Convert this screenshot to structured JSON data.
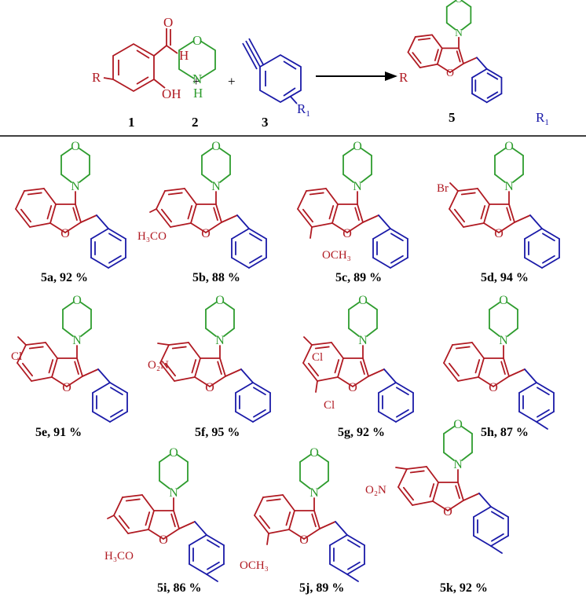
{
  "reaction": {
    "reactants": [
      {
        "number": "1",
        "substituent": "R",
        "aldehyde_H": "H",
        "aldehyde_O": "O",
        "hydroxyl": "OH"
      },
      {
        "number": "2",
        "ring_O": "O",
        "ring_N": "N",
        "ring_H": "H"
      },
      {
        "number": "3",
        "substituent": "R",
        "substituent_sub": "1"
      }
    ],
    "plus_sign": "+",
    "product": {
      "number": "5",
      "substituent_left": "R",
      "substituent_aryl": "R",
      "substituent_aryl_sub": "1",
      "ring_O": "O",
      "ring_N": "N"
    }
  },
  "colors": {
    "benzofuran": "#b01a22",
    "morpholine": "#2e9c2e",
    "aryl": "#1a1aa8",
    "ink": "#000000"
  },
  "products": [
    {
      "id": "5a",
      "yield": "92 %",
      "label": "5a, 92 %",
      "methyl": false
    },
    {
      "id": "5b",
      "yield": "88 %",
      "label": "5b, 88 %",
      "methyl": false
    },
    {
      "id": "5c",
      "yield": "89 %",
      "label": "5c, 89 %",
      "methyl": false
    },
    {
      "id": "5d",
      "yield": "94 %",
      "label": "5d, 94 %",
      "methyl": false
    },
    {
      "id": "5e",
      "yield": "91 %",
      "label": "5e, 91 %",
      "methyl": false
    },
    {
      "id": "5f",
      "yield": "95 %",
      "label": "5f, 95 %",
      "methyl": false
    },
    {
      "id": "5g",
      "yield": "92 %",
      "label": "5g, 92 %",
      "methyl": false
    },
    {
      "id": "5h",
      "yield": "87 %",
      "label": "5h, 87 %",
      "methyl": true
    },
    {
      "id": "5i",
      "yield": "86 %",
      "label": "5i, 86 %",
      "methyl": true
    },
    {
      "id": "5j",
      "yield": "89 %",
      "label": "5j, 89 %",
      "methyl": true
    },
    {
      "id": "5k",
      "yield": "92 %",
      "label": "5k, 92 %",
      "methyl": true
    }
  ],
  "substituent_labels": {
    "5b": "H₃CO",
    "5c": "OCH₃",
    "5d": "Br",
    "5e": "Cl",
    "5f": "O₂N",
    "5g_top": "Cl",
    "5g_bottom": "Cl",
    "5i": "H₃CO",
    "5j": "OCH₃",
    "5k": "O₂N"
  },
  "atom_labels": {
    "O": "O",
    "N": "N"
  }
}
